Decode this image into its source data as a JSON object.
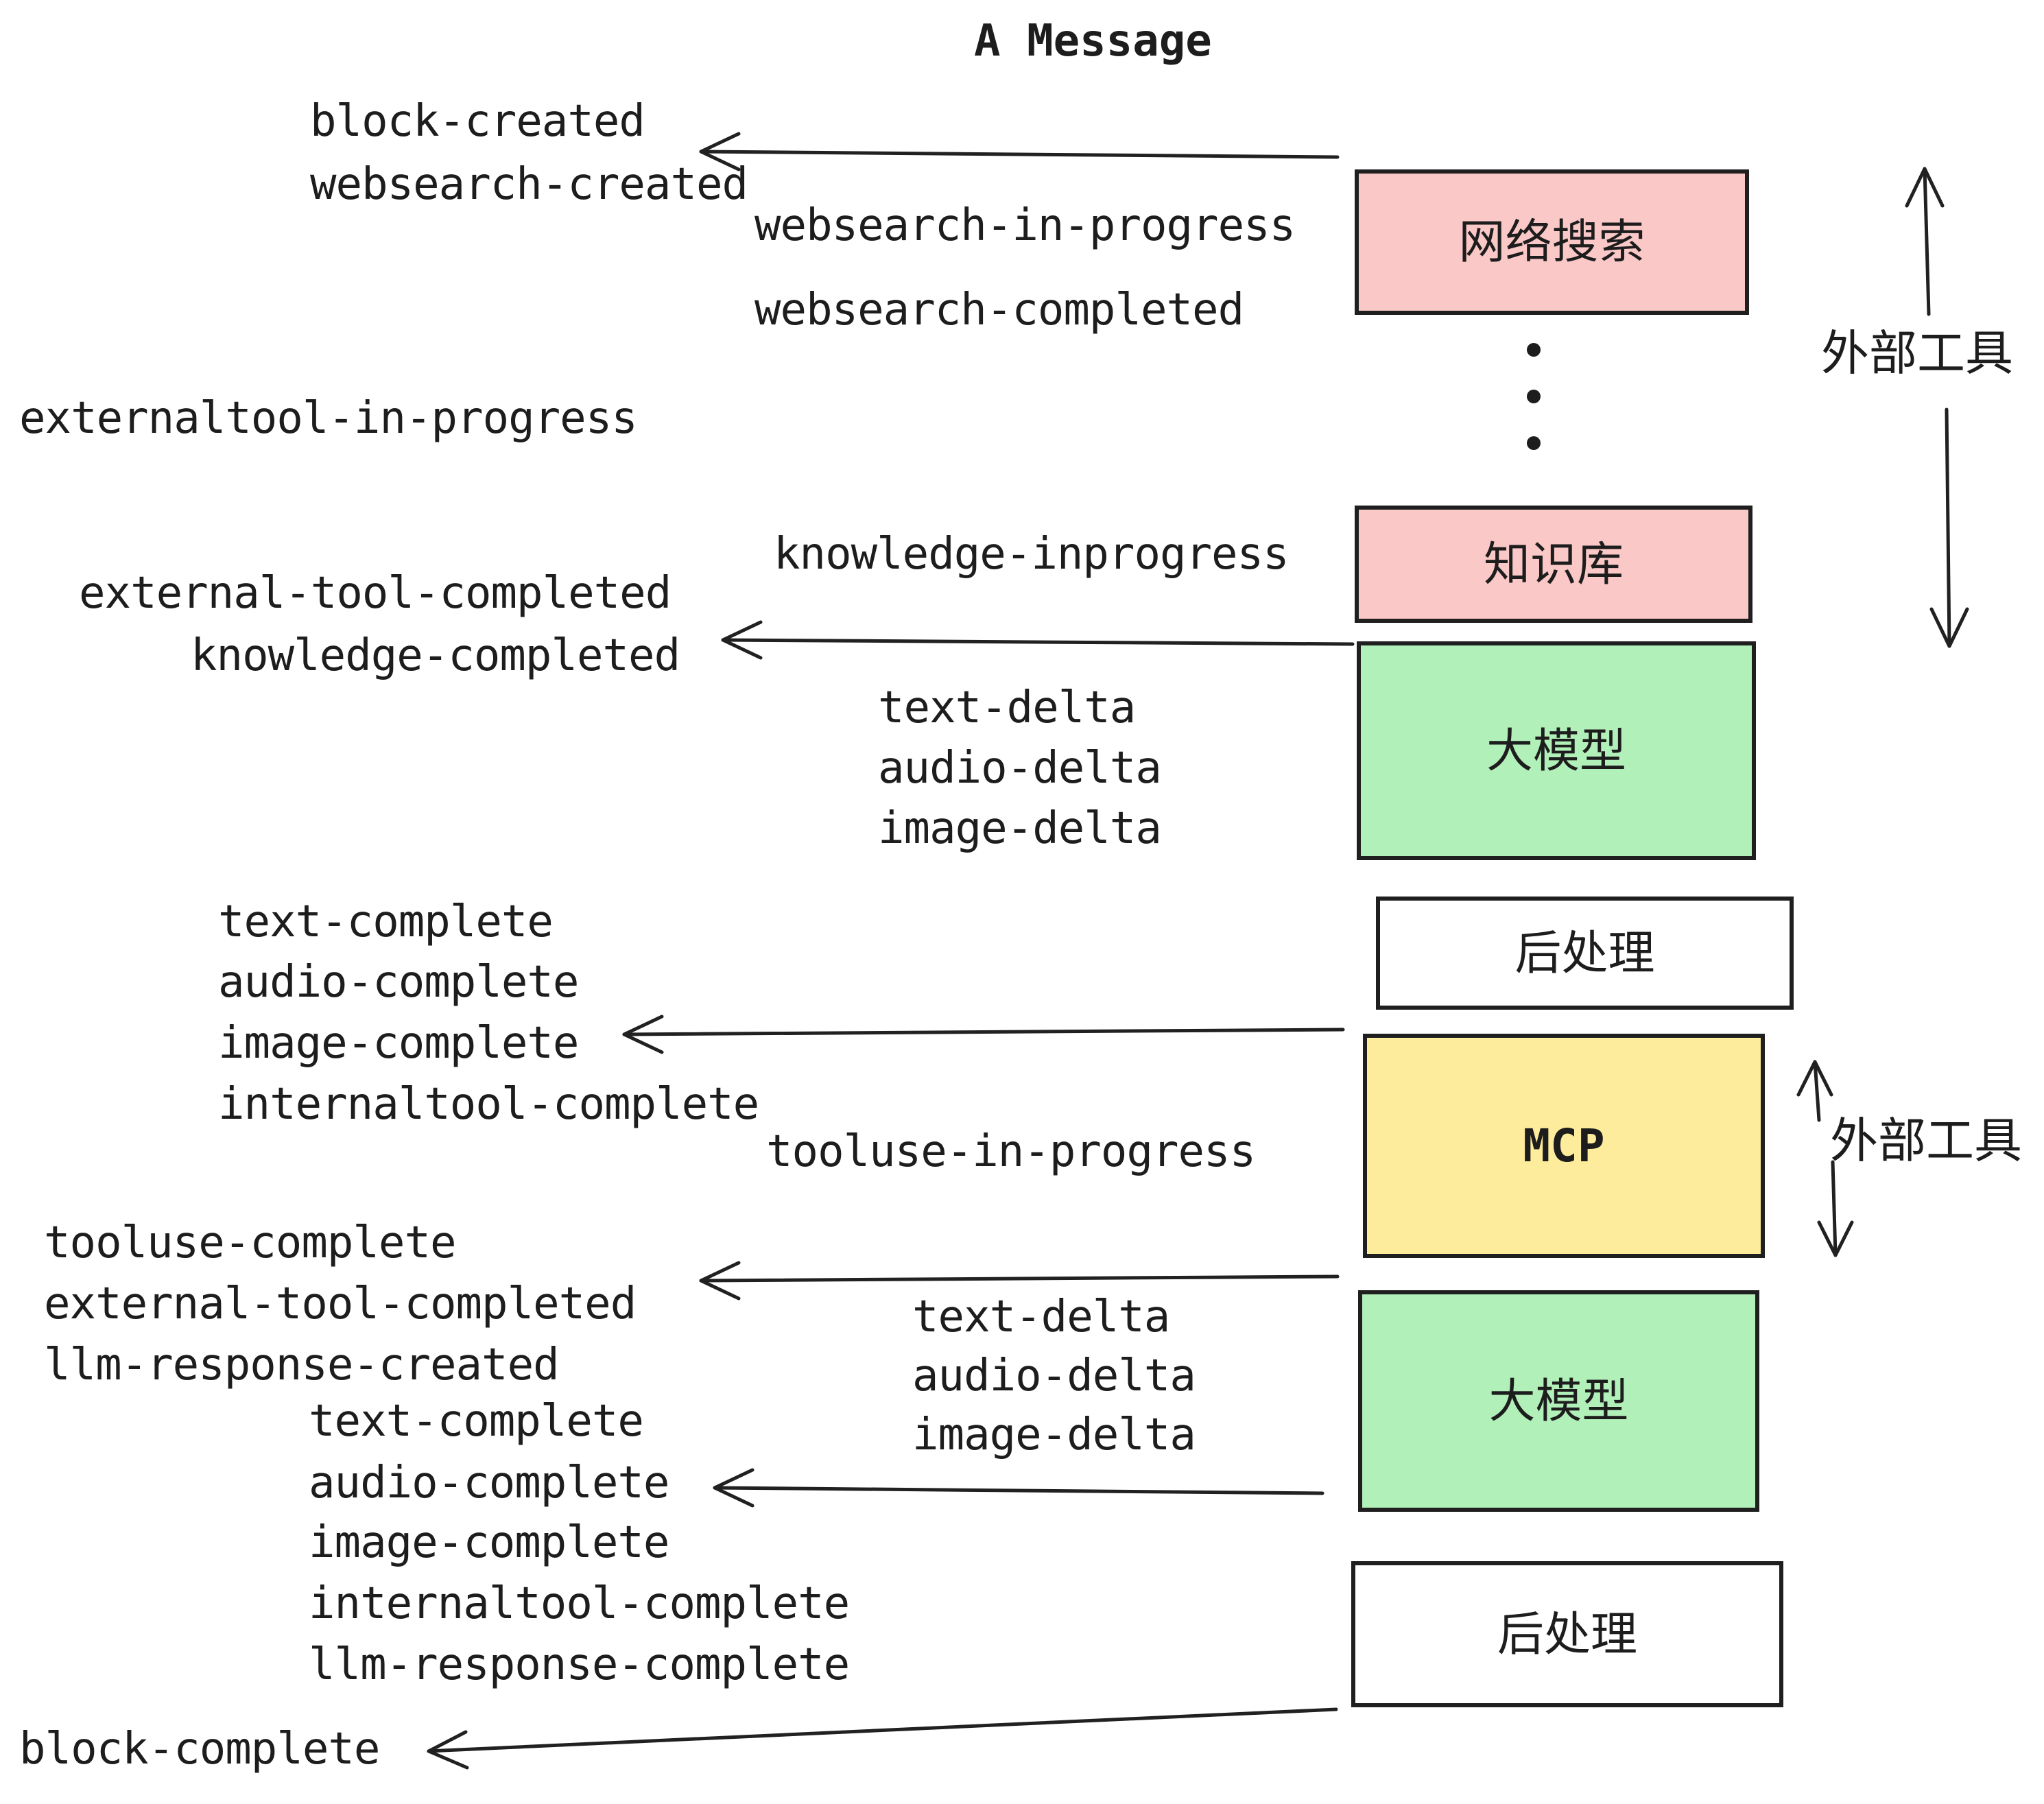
{
  "title": "A Message",
  "events": {
    "block_created": "block-created",
    "websearch_created": "websearch-created",
    "websearch_in_progress": "websearch-in-progress",
    "websearch_completed": "websearch-completed",
    "externaltool_in_progress": "externaltool-in-progress",
    "knowledge_inprogress": "knowledge-inprogress",
    "external_tool_completed": "external-tool-completed",
    "knowledge_completed": "knowledge-completed",
    "text_delta": "text-delta",
    "audio_delta": "audio-delta",
    "image_delta": "image-delta",
    "text_complete": "text-complete",
    "audio_complete": "audio-complete",
    "image_complete": "image-complete",
    "internaltool_complete": "internaltool-complete",
    "tooluse_in_progress": "tooluse-in-progress",
    "tooluse_complete": "tooluse-complete",
    "llm_response_created": "llm-response-created",
    "llm_response_complete": "llm-response-complete",
    "block_complete": "block-complete"
  },
  "boxes": {
    "websearch": "网络搜索",
    "knowledge": "知识库",
    "llm": "大模型",
    "postprocess": "后处理",
    "mcp": "MCP"
  },
  "side_labels": {
    "external_tools": "外部工具"
  },
  "colors": {
    "pink": "#FAC8C6",
    "green": "#B2F0B9",
    "yellow": "#FDEC9C",
    "white": "#FFFFFF",
    "line": "#212121"
  }
}
